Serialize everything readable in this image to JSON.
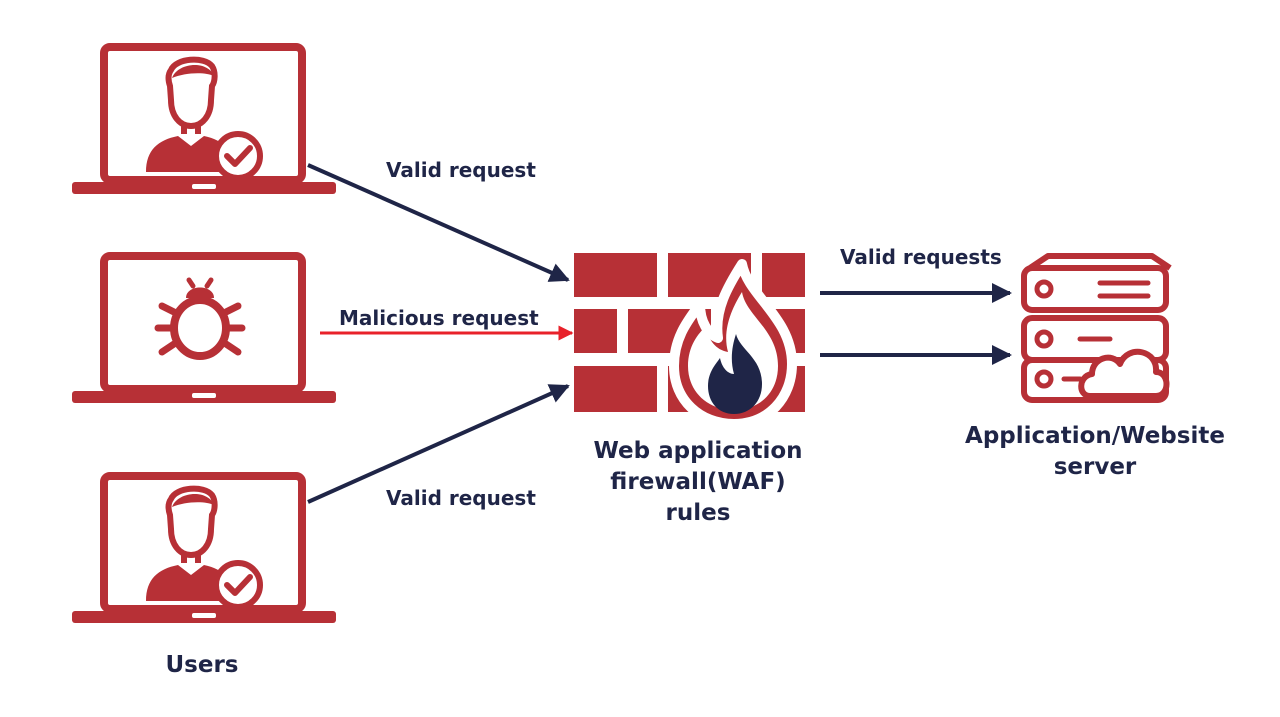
{
  "colors": {
    "brand_red": "#b73036",
    "navy": "#1f2547",
    "alert_red": "#e8212a",
    "background": "#ffffff"
  },
  "users": {
    "label": "Users",
    "devices": [
      {
        "type": "laptop",
        "icon": "user-check-icon",
        "request_label": "Valid request"
      },
      {
        "type": "laptop",
        "icon": "bug-icon",
        "request_label": "Malicious request"
      },
      {
        "type": "laptop",
        "icon": "user-check-icon",
        "request_label": "Valid request"
      }
    ]
  },
  "firewall": {
    "icon": "brick-wall-flame-icon",
    "label_lines": [
      "Web application",
      "firewall(WAF)",
      "rules"
    ]
  },
  "server": {
    "icon": "server-cloud-icon",
    "label_lines": [
      "Application/Website",
      "server"
    ],
    "incoming_label": "Valid requests"
  }
}
